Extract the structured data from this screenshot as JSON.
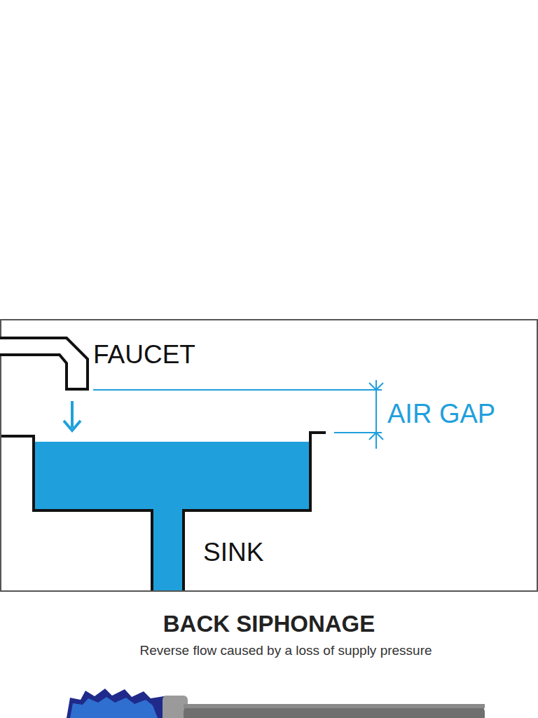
{
  "diagram": {
    "title": "BACK SIPHONAGE",
    "labels": [
      "FAUCET",
      "AIR GAP",
      "SINK",
      "Reverse flow caused by a loss of supply pressure"
    ]
  }
}
